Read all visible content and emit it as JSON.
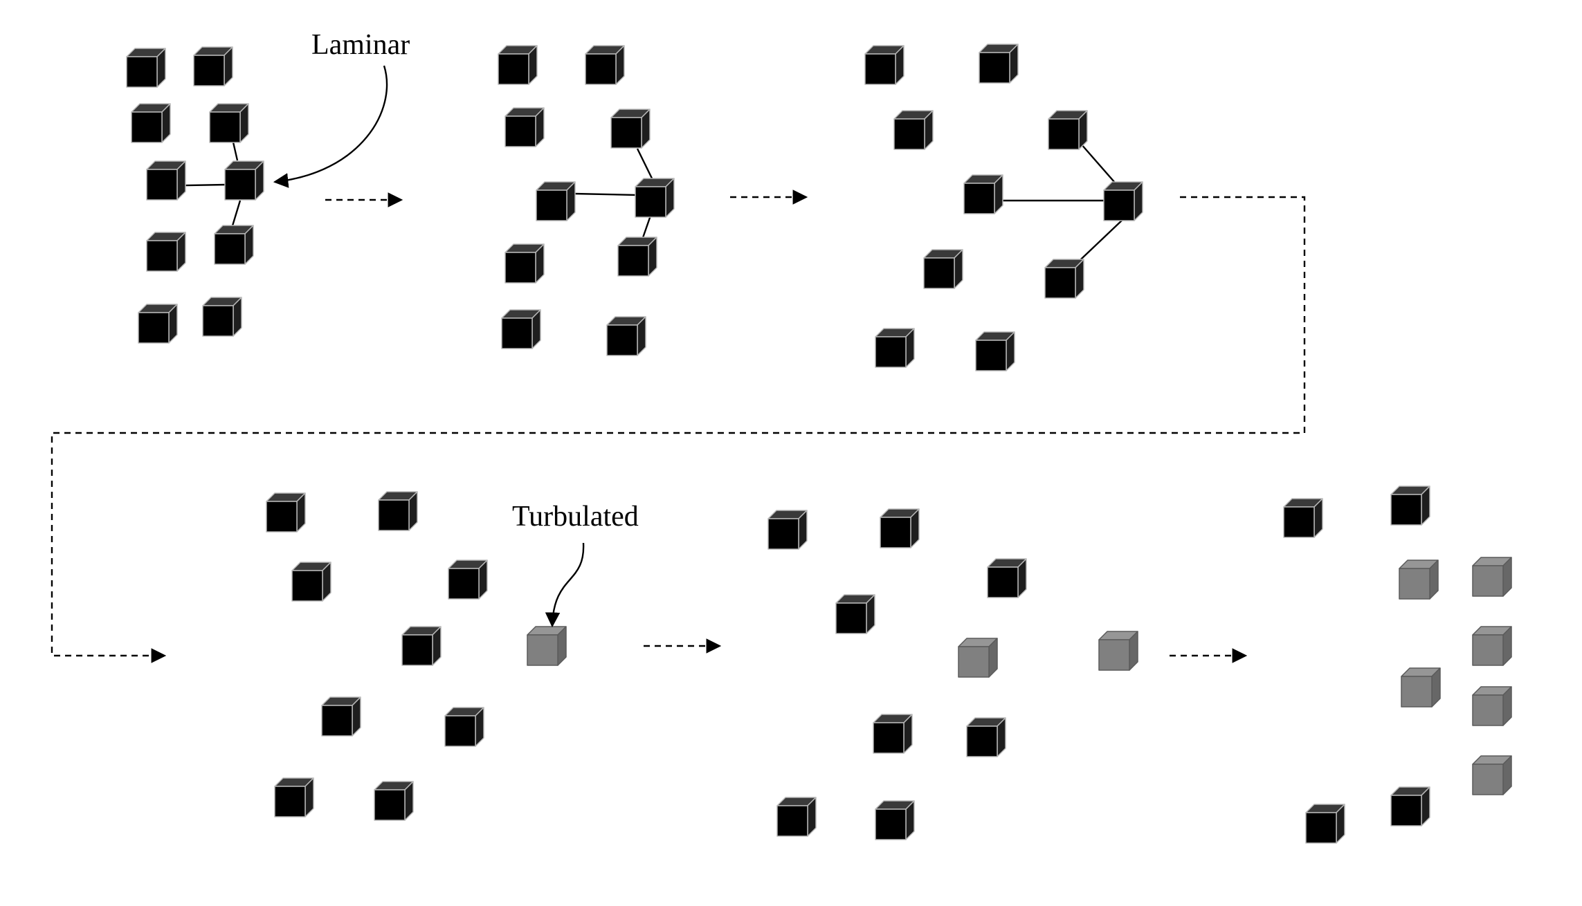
{
  "labels": {
    "laminar": "Laminar",
    "turbulated": "Turbulated"
  },
  "colors": {
    "background": "#ffffff",
    "laminar_cube": "#000000",
    "turbulated_cube": "#808080",
    "line": "#000000",
    "dashed_arrow": "#000000"
  },
  "diagram": {
    "stages": 6,
    "flow": "left-to-right, wrapping to a second row"
  }
}
